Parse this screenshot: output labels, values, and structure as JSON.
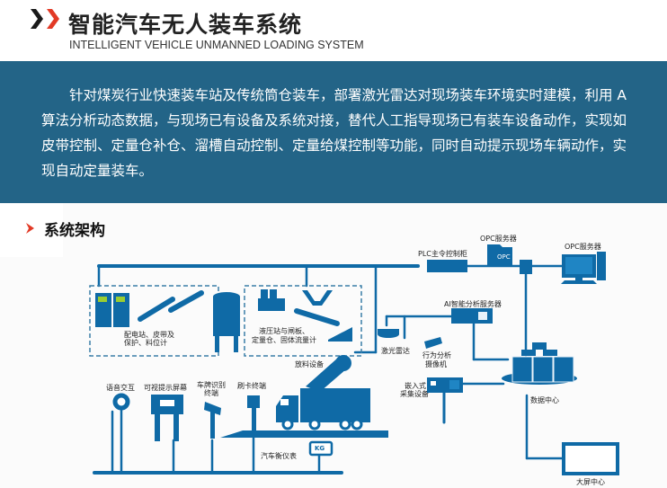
{
  "header": {
    "title": "智能汽车无人装车系统",
    "subtitle": "INTELLIGENT VEHICLE UNMANNED LOADING SYSTEM",
    "chevron_colors": [
      "#1a1a1a",
      "#e23a26"
    ]
  },
  "banner": {
    "background": "#236487",
    "text": "针对煤炭行业快速装车站及传统筒仓装车，部署激光雷达对现场装车环境实时建模，利用 A 算法分析动态数据，与现场已有设备及系统对接，替代人工指导现场已有装车设备动作，实现如皮带控制、定量仓补仓、溜槽自动控制、定量给煤控制等功能，同时自动提示现场车辆动作，实现自动定量装车。"
  },
  "section": {
    "title": "系统架构",
    "arrow_color": "#e23a26"
  },
  "diagram": {
    "accent": "#0f6aa6",
    "nodes": {
      "plc": "PLC主令控制柜",
      "opc_server_1": "OPC服务器",
      "opc_badge": "OPC",
      "opc_server_2": "OPC服务器",
      "ai_server": "AI智能分析服务器",
      "power_station_line1": "配电站、皮带及",
      "power_station_line2": "保护、料位计",
      "hydraulic_line1": "液压站与闸板、",
      "hydraulic_line2": "定量仓、固体流量计",
      "discharge": "放料设备",
      "lidar": "激光雷达",
      "camera_line1": "行为分析",
      "camera_line2": "摄像机",
      "embedded_line1": "嵌入式",
      "embedded_line2": "采集设备",
      "data_center": "数据中心",
      "big_screen": "大屏中心",
      "voice": "语音交互",
      "display_screen": "可视提示屏幕",
      "plate_line1": "车牌识别",
      "plate_line2": "终端",
      "card": "刷卡终端",
      "scale": "汽车衡仪表",
      "kg_badge": "KG"
    }
  }
}
